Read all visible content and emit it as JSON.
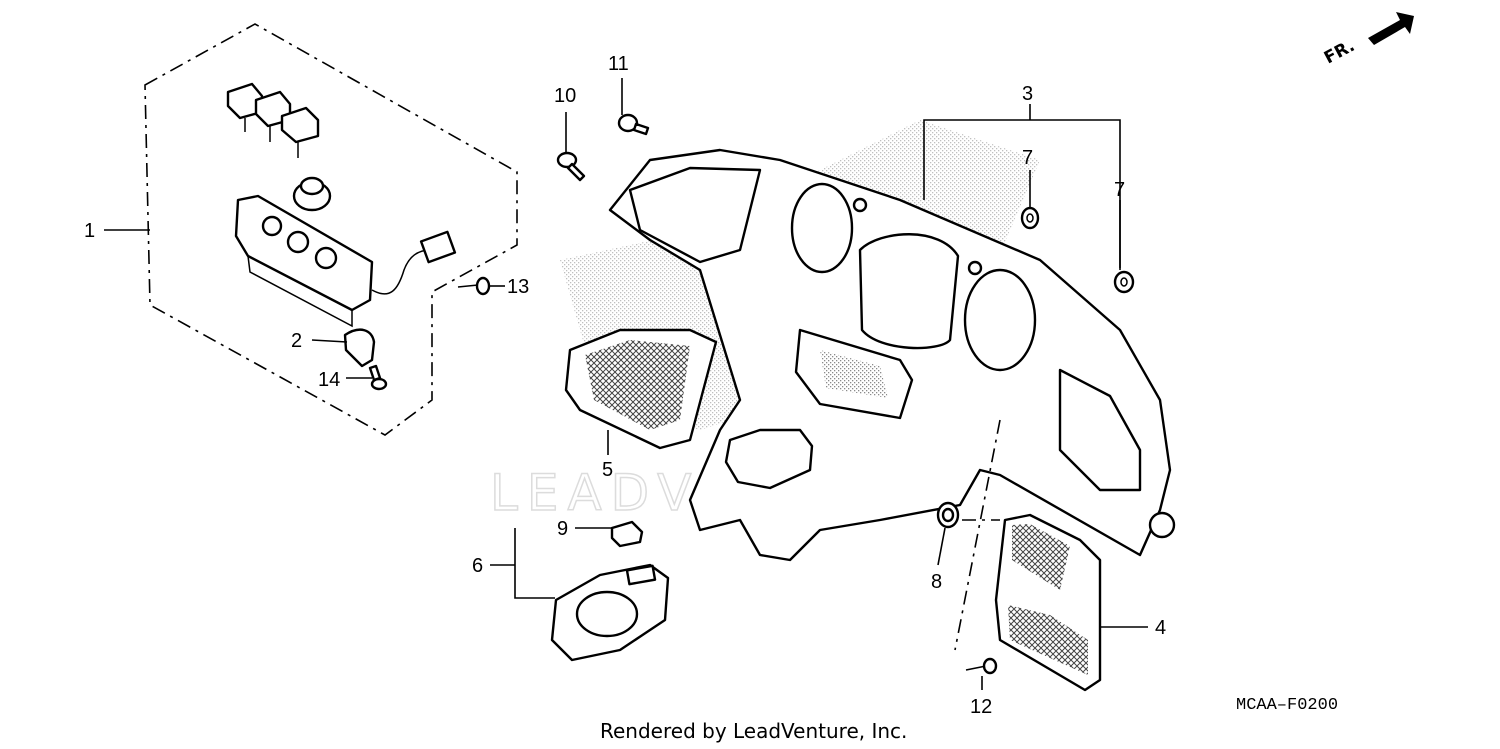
{
  "diagram": {
    "watermark": "LEADVENTURE",
    "direction_label": "FR.",
    "diagram_code": "MCAA–F0200",
    "credit": "Rendered by LeadVenture, Inc.",
    "callouts": [
      "1",
      "2",
      "3",
      "4",
      "5",
      "6",
      "7",
      "7",
      "8",
      "9",
      "10",
      "11",
      "12",
      "13",
      "14"
    ]
  }
}
